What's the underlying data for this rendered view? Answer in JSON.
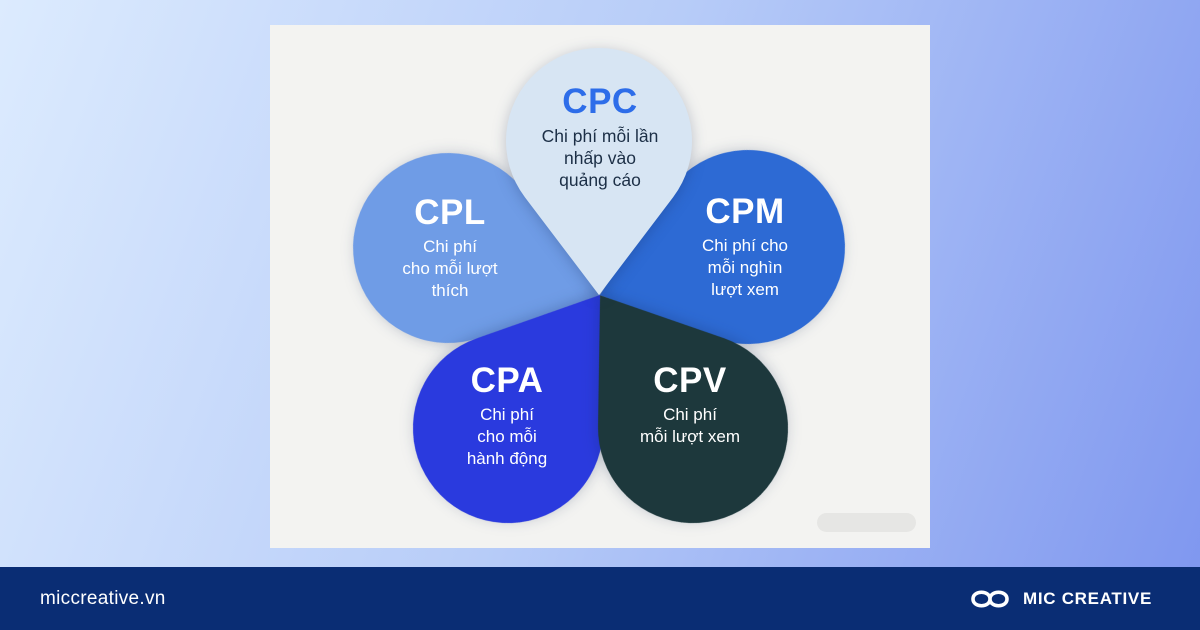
{
  "page": {
    "background_gradient": [
      "#dcebfe",
      "#b7ccf8",
      "#7e96ef"
    ],
    "card_color": "#f3f3f1",
    "watermark_pill_color": "#e6e6e4"
  },
  "diagram": {
    "petals": [
      {
        "id": "cpc",
        "title": "CPC",
        "lines": [
          "Chi phí mỗi lần",
          "nhấp vào",
          "quảng cáo"
        ],
        "color": "#d7e5f3",
        "title_color": "#2d6de9",
        "text_color": "#1c2f46"
      },
      {
        "id": "cpl",
        "title": "CPL",
        "lines": [
          "Chi phí",
          "cho mỗi lượt",
          "thích"
        ],
        "color": "#6f9ce6",
        "title_color": "#ffffff",
        "text_color": "#ffffff"
      },
      {
        "id": "cpm",
        "title": "CPM",
        "lines": [
          "Chi phí cho",
          "mỗi nghìn",
          "lượt xem"
        ],
        "color": "#2d6ad4",
        "title_color": "#ffffff",
        "text_color": "#ffffff"
      },
      {
        "id": "cpa",
        "title": "CPA",
        "lines": [
          "Chi phí",
          "cho mỗi",
          "hành động"
        ],
        "color": "#2a3ade",
        "title_color": "#ffffff",
        "text_color": "#ffffff"
      },
      {
        "id": "cpv",
        "title": "CPV",
        "lines": [
          "Chi phí",
          "mỗi lượt xem"
        ],
        "color": "#1d383c",
        "title_color": "#ffffff",
        "text_color": "#ffffff"
      }
    ]
  },
  "footer": {
    "website": "miccreative.vn",
    "brand": "MIC CREATIVE",
    "bar_color": "#0a2d74"
  }
}
